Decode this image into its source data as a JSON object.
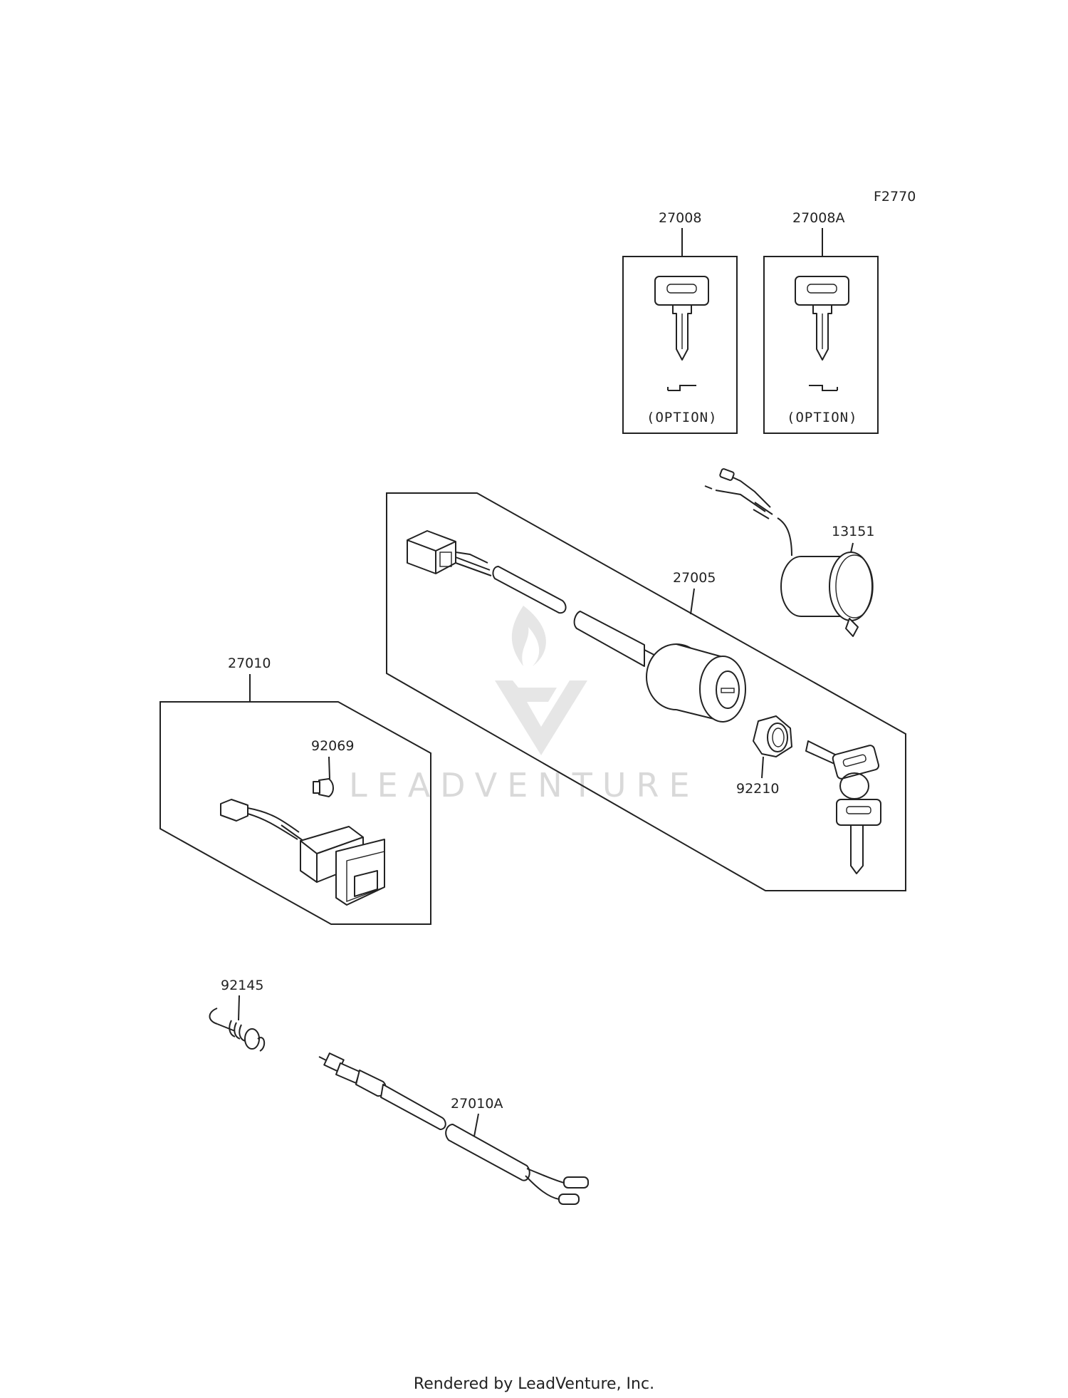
{
  "figure_code": "F2770",
  "watermark": "LEADVENTURE",
  "footer": "Rendered by LeadVenture, Inc.",
  "parts": [
    {
      "number": "27008",
      "option_label": "(OPTION)"
    },
    {
      "number": "27008A",
      "option_label": "(OPTION)"
    },
    {
      "number": "13151"
    },
    {
      "number": "27005"
    },
    {
      "number": "92210"
    },
    {
      "number": "27010"
    },
    {
      "number": "92069"
    },
    {
      "number": "92145"
    },
    {
      "number": "27010A"
    }
  ]
}
